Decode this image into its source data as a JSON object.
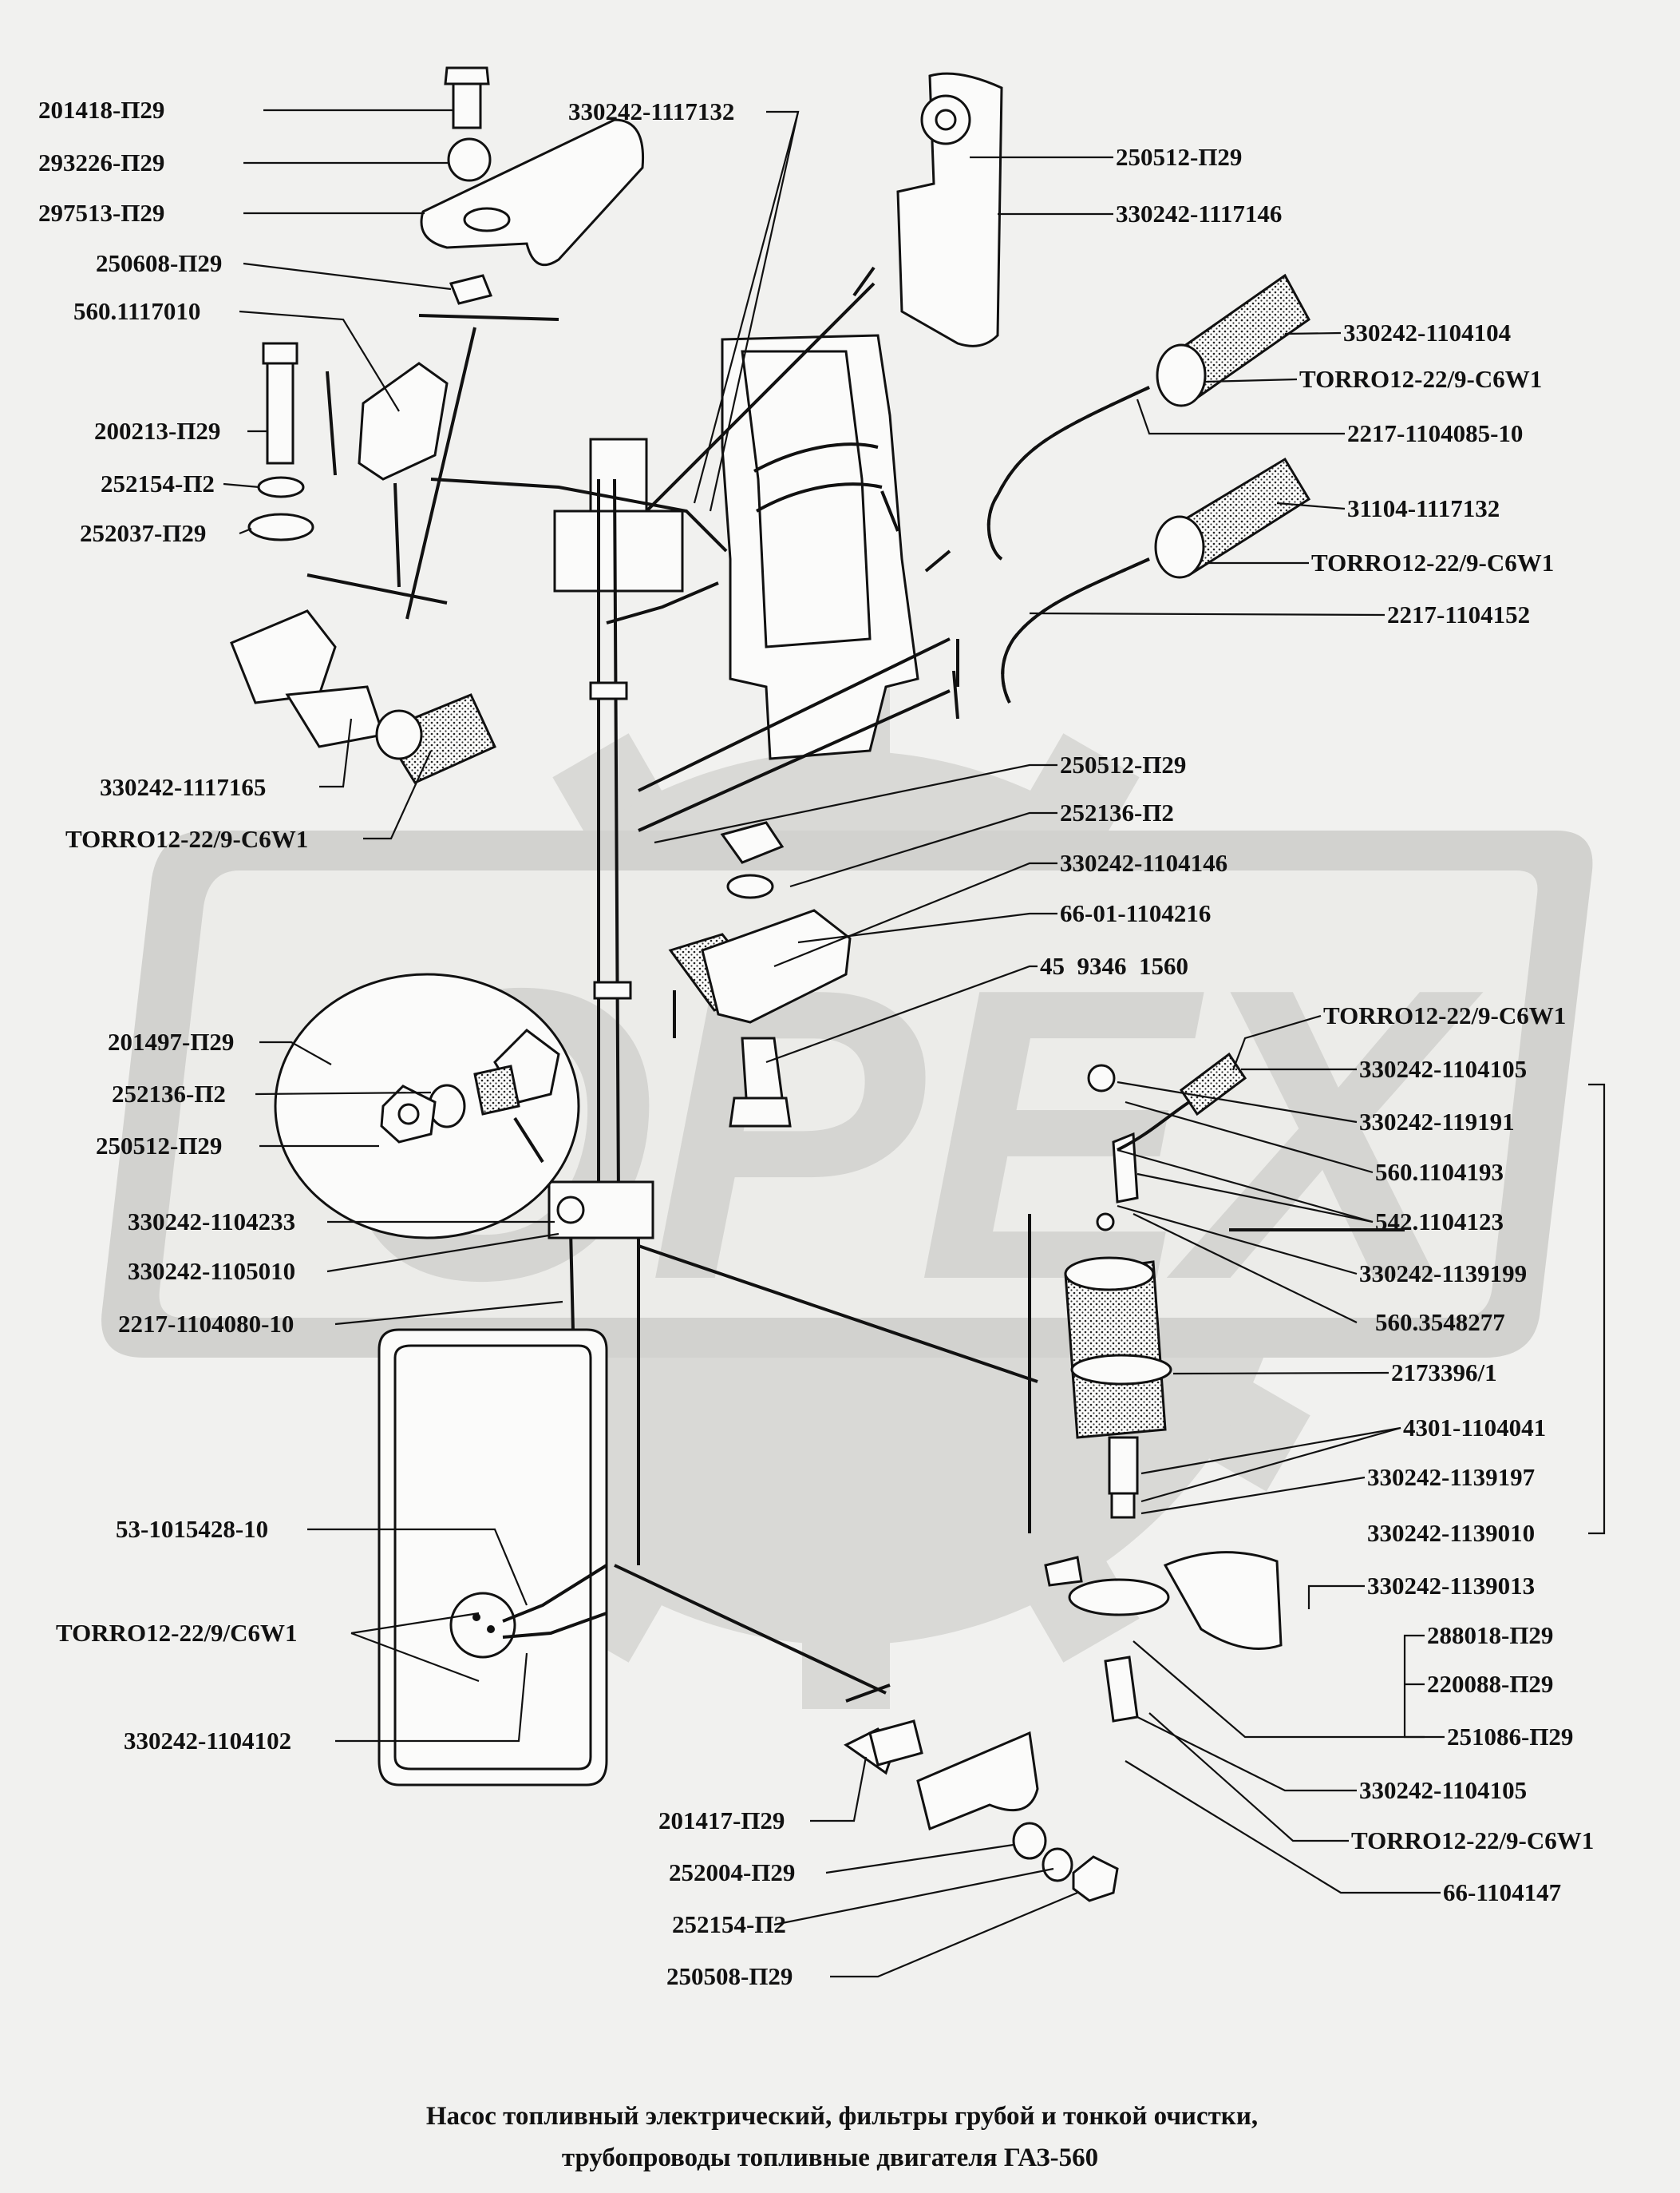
{
  "watermark": "OPEX",
  "caption": {
    "line1": "Насос топливный электрический, фильтры грубой и тонкой очистки,",
    "line2": "трубопроводы топливные двигателя ГАЗ-560"
  },
  "labels": [
    "201418-П29",
    "293226-П29",
    "297513-П29",
    "250608-П29",
    "560.1117010",
    "200213-П29",
    "252154-П2",
    "252037-П29",
    "330242-1117165",
    "TORRO12-22/9-C6W1",
    "330242-1117132",
    "250512-П29",
    "330242-1117146",
    "330242-1104104",
    "TORRO12-22/9-C6W1",
    "2217-1104085-10",
    "31104-1117132",
    "TORRO12-22/9-C6W1",
    "2217-1104152",
    "250512-П29",
    "252136-П2",
    "330242-1104146",
    "66-01-1104216",
    "45  9346  1560",
    "TORRO12-22/9-C6W1",
    "330242-1104105",
    "330242-119191",
    "560.1104193",
    "542.1104123",
    "330242-1139199",
    "560.3548277",
    "2173396/1",
    "4301-1104041",
    "330242-1139197",
    "330242-1139010",
    "330242-1139013",
    "288018-П29",
    "220088-П29",
    "251086-П29",
    "330242-1104105",
    "TORRO12-22/9-C6W1",
    "66-1104147",
    "201497-П29",
    "252136-П2",
    "250512-П29",
    "330242-1104233",
    "330242-1105010",
    "2217-1104080-10",
    "53-1015428-10",
    "TORRO12-22/9/C6W1",
    "330242-1104102",
    "201417-П29",
    "252004-П29",
    "252154-П2",
    "250508-П29"
  ]
}
